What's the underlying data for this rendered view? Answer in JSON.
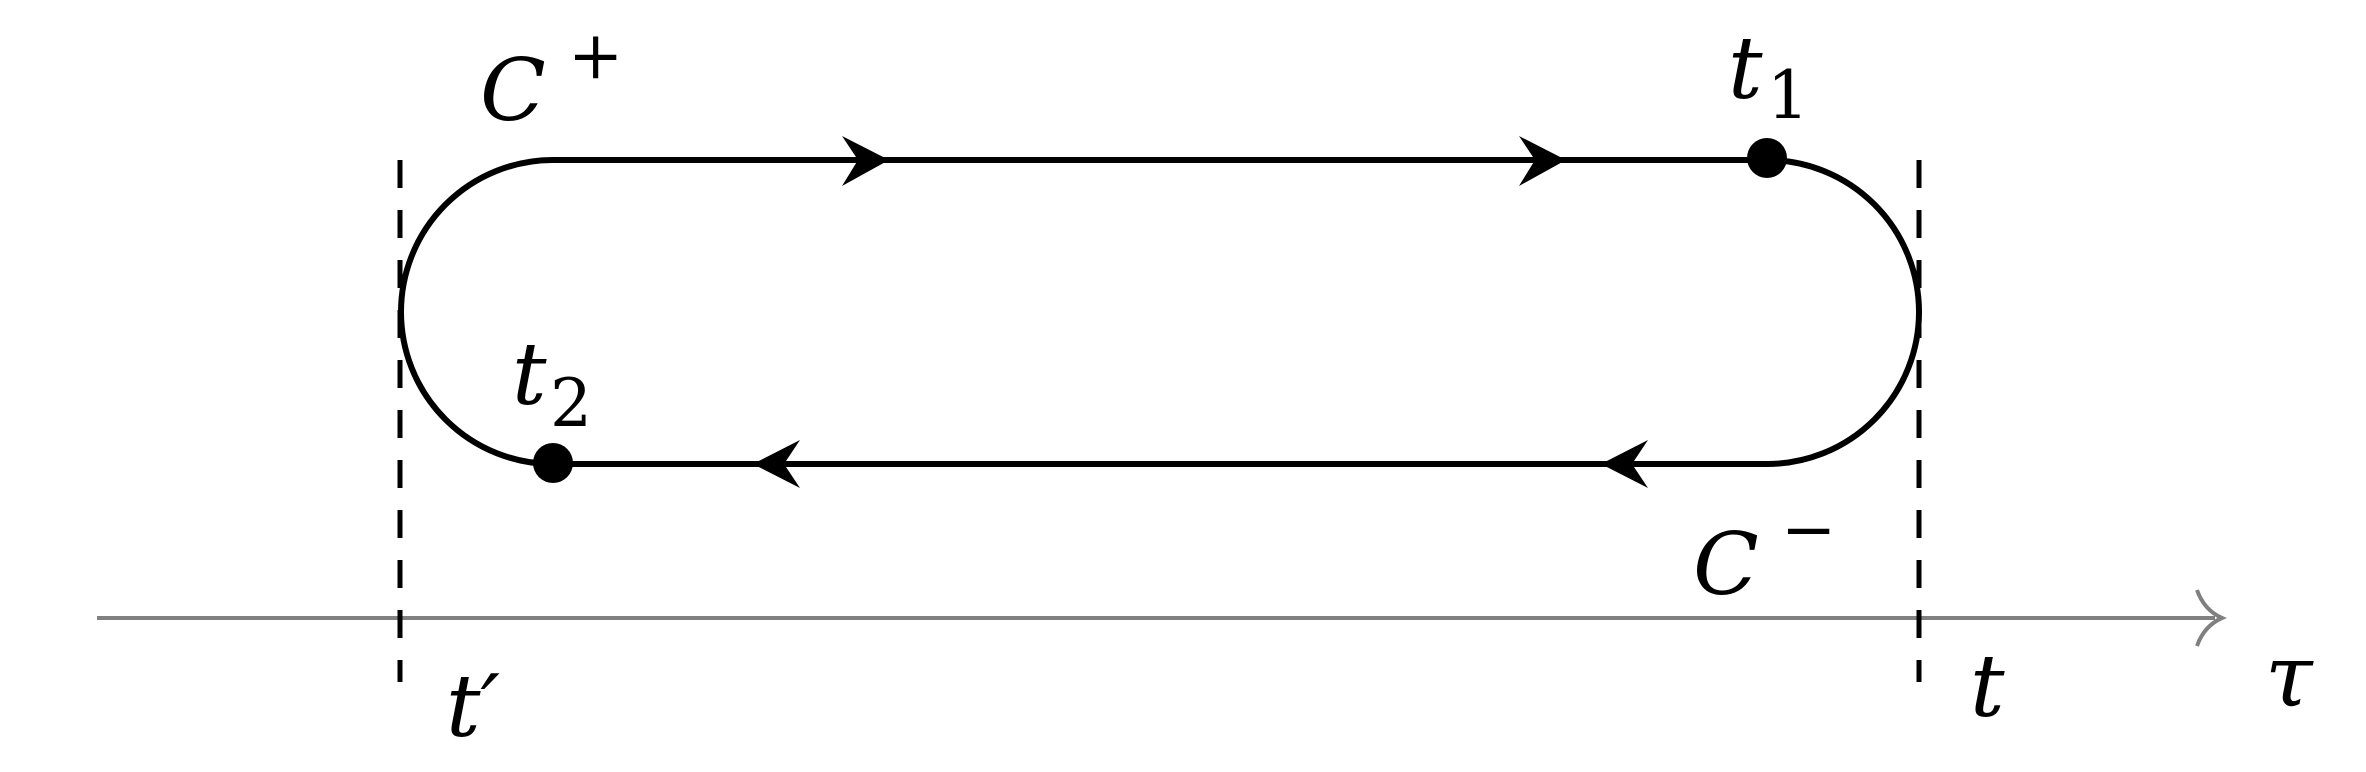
{
  "labels": {
    "c_plus": "C",
    "c_plus_sup": "+",
    "c_minus": "C",
    "c_minus_sup": "−",
    "t1": "t",
    "t1_sub": "1",
    "t2": "t",
    "t2_sub": "2",
    "t_prime": "t′",
    "t": "t",
    "tau": "τ"
  },
  "colors": {
    "contour": "#000000",
    "axis": "#808080",
    "dashed": "#000000"
  }
}
